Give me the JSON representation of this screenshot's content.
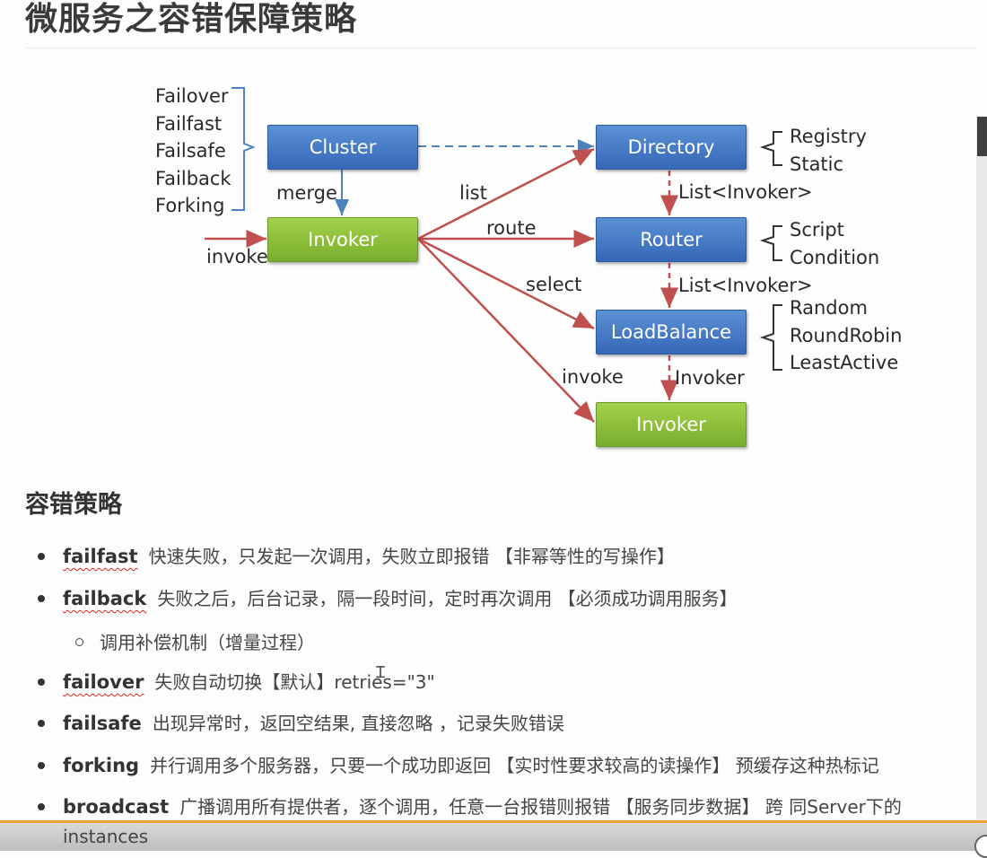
{
  "page": {
    "title": "微服务之容错保障策略"
  },
  "diagram": {
    "boxes": {
      "cluster": "Cluster",
      "invoker_left": "Invoker",
      "directory": "Directory",
      "router": "Router",
      "loadbalance": "LoadBalance",
      "invoker_right": "Invoker"
    },
    "cluster_modes": [
      "Failover",
      "Failfast",
      "Failsafe",
      "Failback",
      "Forking"
    ],
    "directory_types": [
      "Registry",
      "Static"
    ],
    "router_types": [
      "Script",
      "Condition"
    ],
    "loadbalance_types": [
      "Random",
      "RoundRobin",
      "LeastActive"
    ],
    "edge_labels": {
      "merge": "merge",
      "invoke_in": "invoke",
      "list": "list",
      "route": "route",
      "select": "select",
      "invoke_out": "invoke",
      "dir_to_router": "List<Invoker>",
      "router_to_lb": "List<Invoker>",
      "lb_to_invoker": "Invoker"
    },
    "colors": {
      "box_blue": "#3a6fbd",
      "box_green": "#86bb36",
      "arrow_red": "#c0504d",
      "arrow_blue": "#4f81bd"
    }
  },
  "content": {
    "section_title": "容错策略",
    "strategies": [
      {
        "keyword": "failfast",
        "text": "快速失败，只发起一次调用，失败立即报错 【非幂等性的写操作】"
      },
      {
        "keyword": "failback",
        "text": "失败之后，后台记录，隔一段时间，定时再次调用 【必须成功调用服务】"
      },
      {
        "keyword": "failover",
        "text": "失败自动切换【默认】retries=\"3\""
      },
      {
        "keyword": "failsafe",
        "text": "出现异常时，返回空结果, 直接忽略 ，记录失败错误"
      },
      {
        "keyword": "forking",
        "text": "并行调用多个服务器，只要一个成功即返回 【实时性要求较高的读操作】 预缓存这种热标记"
      },
      {
        "keyword": "broadcast",
        "text": "广播调用所有提供者，逐个调用，任意一台报错则报错 【服务同步数据】 跨 同Server下的"
      }
    ],
    "failback_sub": "调用补偿机制（增量过程）",
    "continuation": "instances"
  }
}
